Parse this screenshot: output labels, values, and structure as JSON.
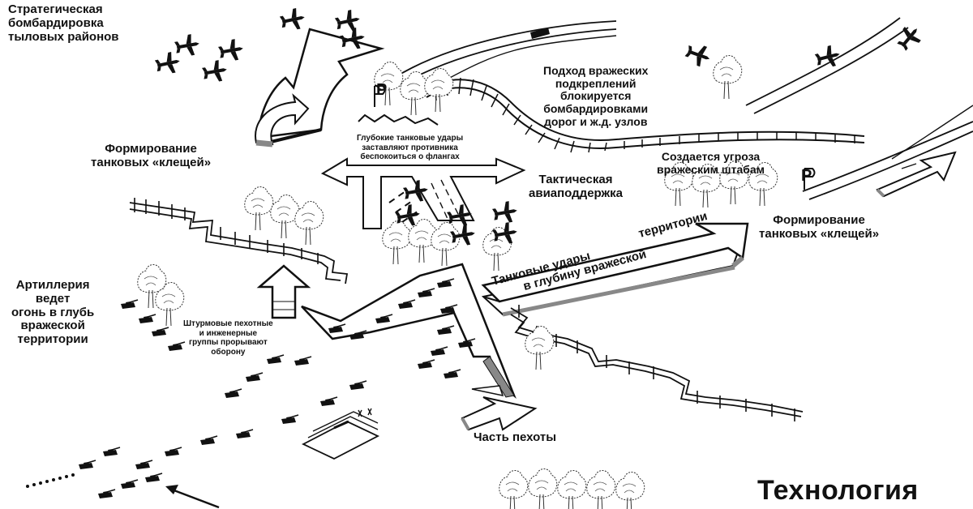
{
  "labels": {
    "strategic_bombing": [
      "Стратегическая",
      "бомбардировка",
      "тыловых районов"
    ],
    "pincers_left": [
      "Формирование",
      "танковых «клещей»"
    ],
    "enemy_reinforcements": [
      "Подход вражеских",
      "подкреплений",
      "блокируется",
      "бомбардировками",
      "дорог и ж.д. узлов"
    ],
    "deep_strikes_flanks": [
      "Глубокие танковые удары",
      "заставляют противника",
      "беспокоиться о флангах"
    ],
    "tactical_air": [
      "Тактическая",
      "авиаподдержка"
    ],
    "threat_hq": [
      "Создается угроза",
      "вражеским штабам"
    ],
    "pincers_right": [
      "Формирование",
      "танковых «клещей»"
    ],
    "artillery": [
      "Артиллерия",
      "ведет",
      "огонь в глубь",
      "вражеской",
      "территории"
    ],
    "assault_groups": [
      "Штурмовые пехотные",
      "и инженерные",
      "группы прорывают",
      "оборону"
    ],
    "tank_strikes_arrow": [
      "Танковые удары",
      "в глубину вражеской",
      "территории"
    ],
    "infantry_part": "Часть пехоты",
    "hq_flag_letter": "P"
  },
  "title": "Технология",
  "colors": {
    "ink": "#111111",
    "shade": "#8a8a8a",
    "paper": "#ffffff"
  },
  "icons": [
    "airplane-icon",
    "tank-icon",
    "tree-icon",
    "hq-flag-icon",
    "railway-icon",
    "trench-line-icon",
    "arrow-icon"
  ]
}
